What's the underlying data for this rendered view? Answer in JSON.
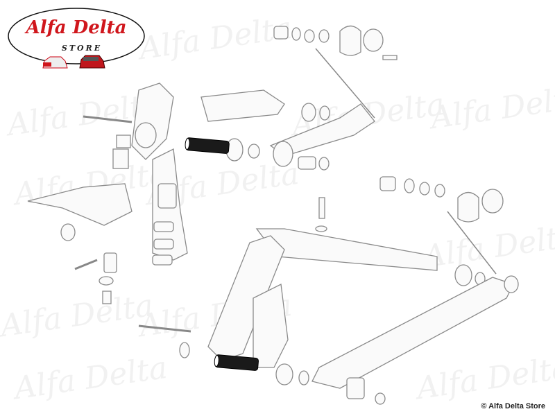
{
  "logo": {
    "brand": "Alfa Delta",
    "subtitle": "STORE"
  },
  "watermark": "Alfa Delta",
  "copyright": "© Alfa Delta Store",
  "highlighted_parts": [
    {
      "name": "upper-control-arm-bushing-pin"
    },
    {
      "name": "lower-control-arm-bushing-pin"
    }
  ],
  "colors": {
    "logo_red": "#d0161c",
    "highlight": "#111111",
    "line_art": "#8a8a8a"
  }
}
